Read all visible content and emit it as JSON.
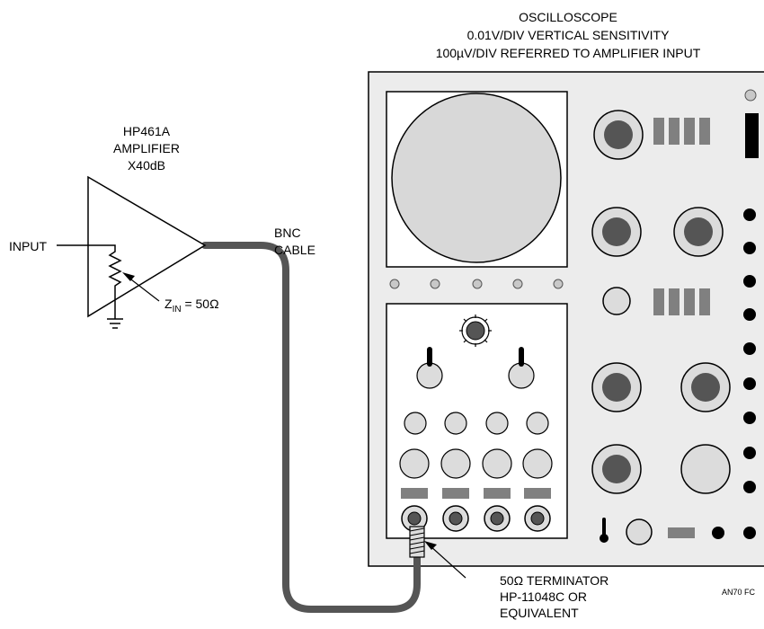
{
  "scope": {
    "title": "OSCILLOSCOPE",
    "line2": "0.01V/DIV VERTICAL SENSITIVITY",
    "line3": "100µV/DIV REFERRED TO AMPLIFIER INPUT"
  },
  "amplifier": {
    "model": "HP461A",
    "kind": "AMPLIFIER",
    "gain": "X40dB"
  },
  "input_label": "INPUT",
  "impedance": {
    "prefix": "Z",
    "sub": "IN",
    "value": " = 50Ω"
  },
  "cable": {
    "line1": "BNC",
    "line2": "CABLE"
  },
  "terminator": {
    "line1": "50Ω TERMINATOR",
    "line2": "HP-11048C OR",
    "line3": "EQUIVALENT"
  },
  "figure_code": "AN70 FC",
  "colors": {
    "panel": "#ececec",
    "knob_ring": "#dcdcdc",
    "knob_center": "#555555",
    "block": "#808080",
    "screen": "#d8d8d8",
    "cable": "#555555",
    "ink": "#000000"
  }
}
